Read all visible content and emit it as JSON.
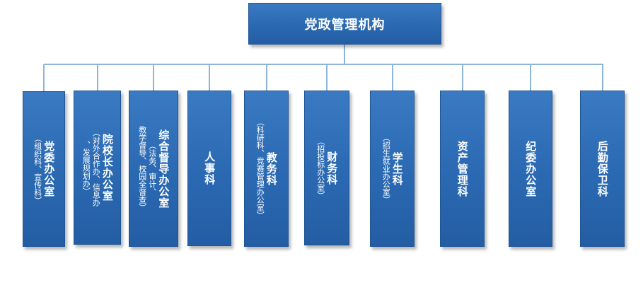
{
  "org": {
    "top": "党政管理机构",
    "departments": [
      {
        "name": [
          "党委办公室"
        ],
        "sub": [
          "（组织科、宣传科）"
        ]
      },
      {
        "name": [
          "院校长办公室"
        ],
        "sub": [
          "（对外合作办、信息办",
          "、发展规划办）"
        ]
      },
      {
        "name": [
          "综合督导办公室"
        ],
        "sub": [
          "（法务、审计、",
          "教学督导、校园全督查）"
        ]
      },
      {
        "name": [
          "人事科"
        ],
        "sub": []
      },
      {
        "name": [
          "教务科"
        ],
        "sub": [
          "（科研科、竞赛管理办公室）"
        ]
      },
      {
        "name": [
          "财务科"
        ],
        "sub": [
          "（招投标办公室）"
        ]
      },
      {
        "name": [
          "学生科"
        ],
        "sub": [
          "（招生就业办公室）"
        ]
      },
      {
        "name": [
          "资产管理科"
        ],
        "sub": []
      },
      {
        "name": [
          "纪委办公室"
        ],
        "sub": []
      },
      {
        "name": [
          "后勤保卫科"
        ],
        "sub": []
      }
    ]
  },
  "colors": {
    "box_fill": "#2a69b2",
    "box_border": "#1f5595",
    "connector": "#8fb4da",
    "text": "#ffffff"
  }
}
